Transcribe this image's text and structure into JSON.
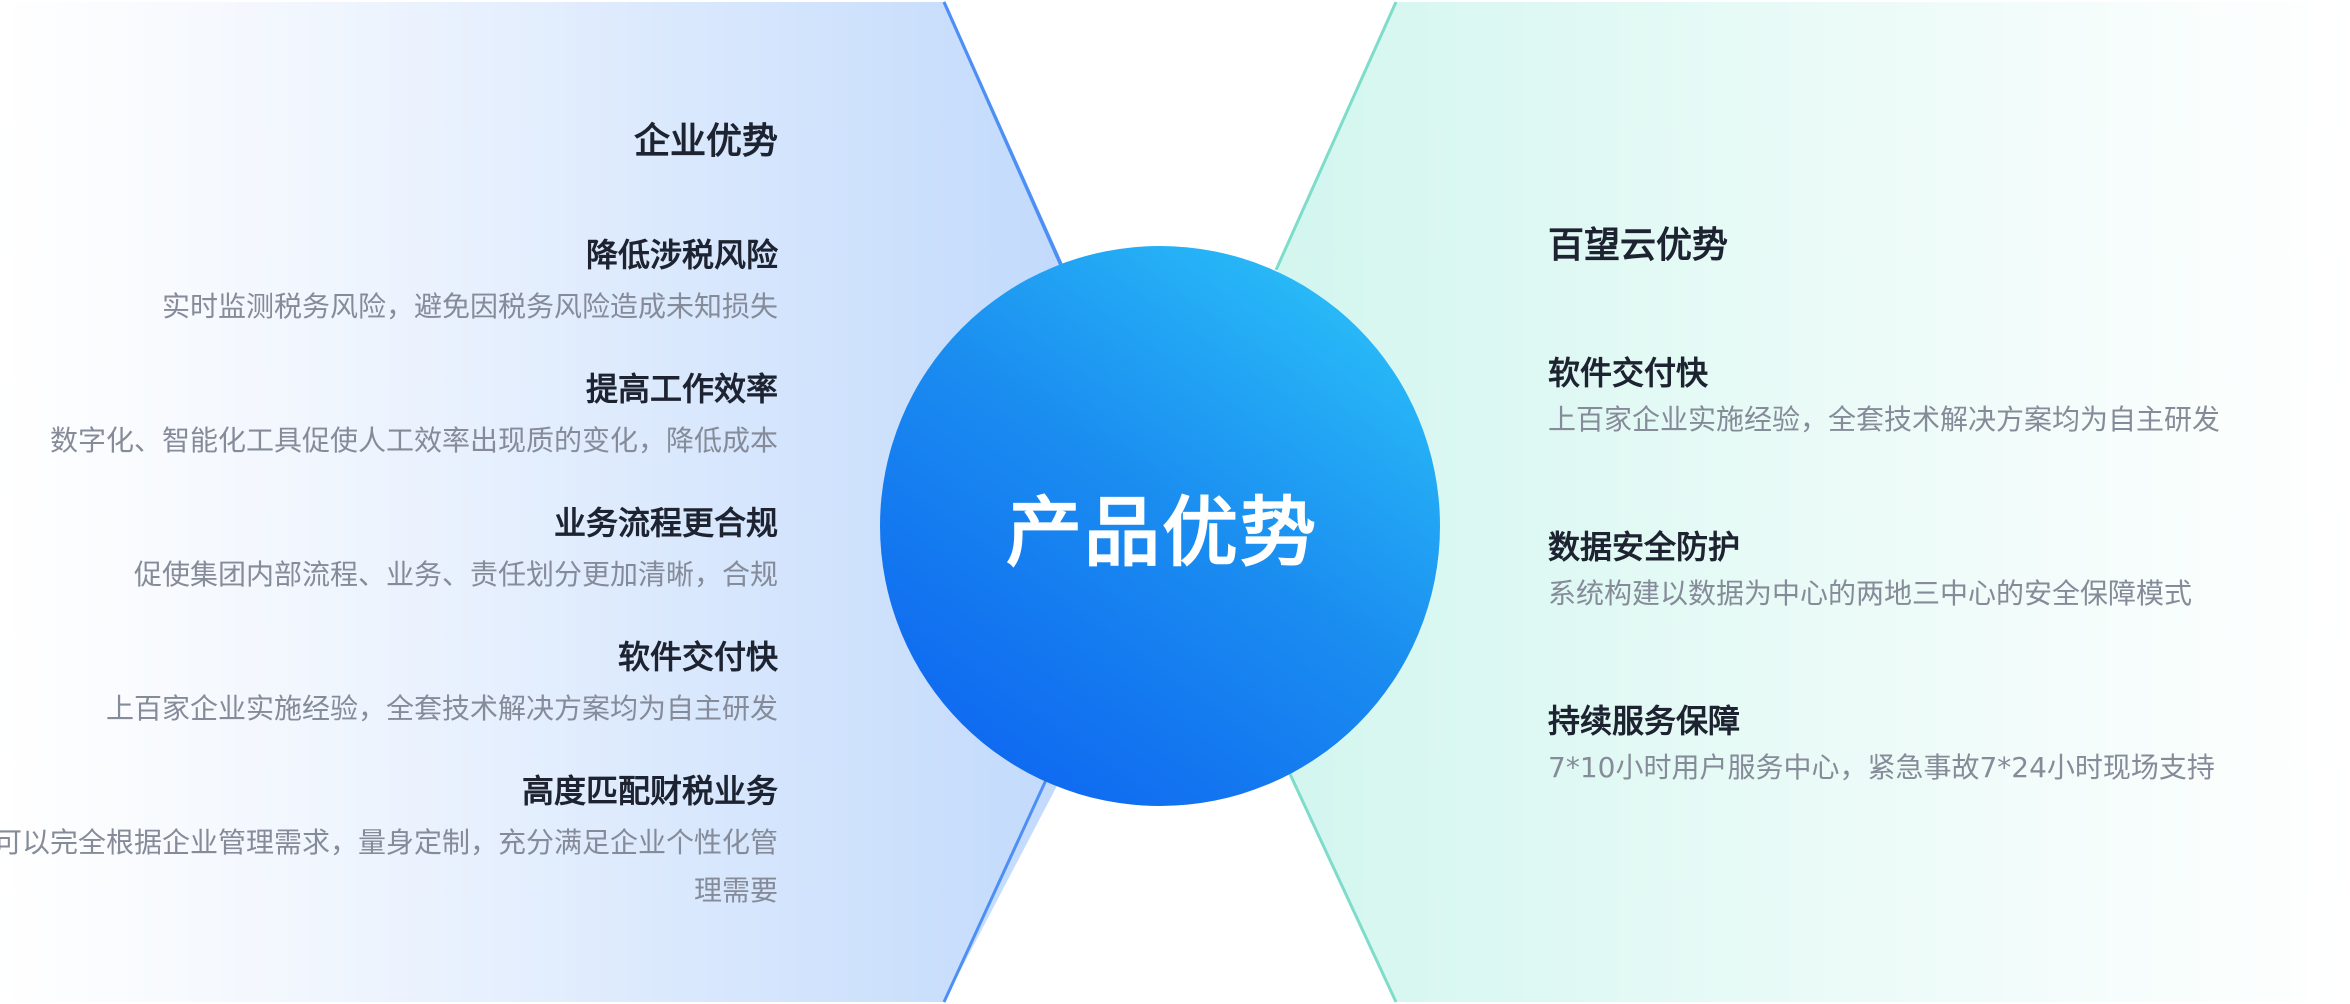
{
  "center": {
    "title": "产品优势"
  },
  "left": {
    "title": "企业优势",
    "items": [
      {
        "title": "降低涉税风险",
        "desc": "实时监测税务风险，避免因税务风险造成未知损失"
      },
      {
        "title": "提高工作效率",
        "desc": "数字化、智能化工具促使人工效率出现质的变化，降低成本"
      },
      {
        "title": "业务流程更合规",
        "desc": "促使集团内部流程、业务、责任划分更加清晰，合规"
      },
      {
        "title": "软件交付快",
        "desc": "上百家企业实施经验，全套技术解决方案均为自主研发"
      },
      {
        "title": "高度匹配财税业务",
        "desc": "可以完全根据企业管理需求，量身定制，充分满足企业个性化管理需要"
      }
    ]
  },
  "right": {
    "title": "百望云优势",
    "items": [
      {
        "title": "软件交付快",
        "desc": "上百家企业实施经验，全套技术解决方案均为自主研发"
      },
      {
        "title": "数据安全防护",
        "desc": "系统构建以数据为中心的两地三中心的安全保障模式"
      },
      {
        "title": "持续服务保障",
        "desc": "7*10小时用户服务中心，紧急事故7*24小时现场支持"
      }
    ]
  },
  "colors": {
    "left_accent": "#4d8ff5",
    "right_accent": "#6fd6c3",
    "circle_light": "#2ecafa",
    "circle_dark": "#0b5ef0",
    "heading": "#1d2330",
    "body": "#858b98"
  }
}
